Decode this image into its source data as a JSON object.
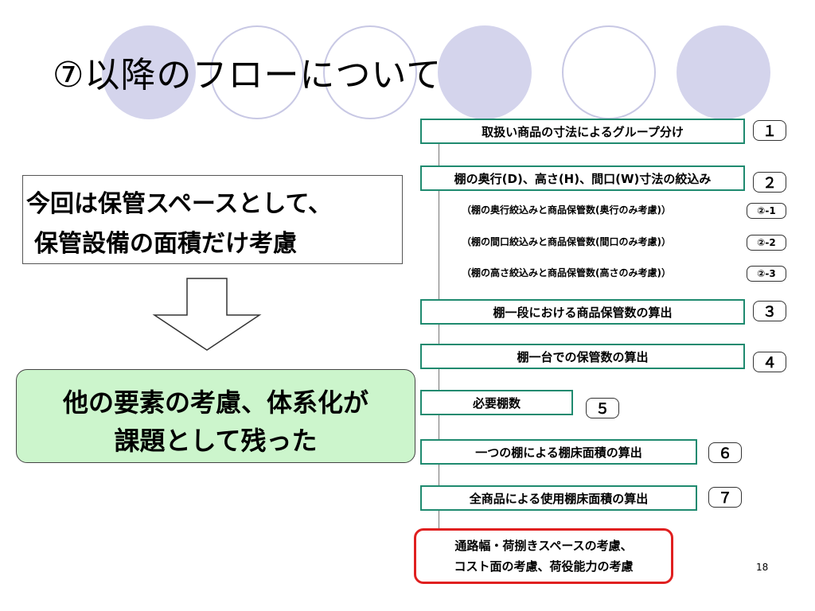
{
  "title": "⑦以降のフローについて",
  "condition_box": {
    "line1": "今回は保管スペースとして、",
    "line2": "保管設備の面積だけ考慮"
  },
  "issue_box": {
    "line1": "他の要素の考慮、体系化が",
    "line2": "課題として残った"
  },
  "steps": [
    {
      "label": "取扱い商品の寸法によるグループ分け",
      "badge": "１"
    },
    {
      "label": "棚の奥行(D)、高さ(H)、間口(W)寸法の絞込み",
      "badge": "２"
    },
    {
      "label": "棚一段における商品保管数の算出",
      "badge": "３"
    },
    {
      "label": "棚一台での保管数の算出",
      "badge": "４"
    },
    {
      "label": "必要棚数",
      "badge": "５"
    },
    {
      "label": "一つの棚による棚床面積の算出",
      "badge": "６"
    },
    {
      "label": "全商品による使用棚床面積の算出",
      "badge": "７"
    }
  ],
  "substeps": [
    {
      "label": "（棚の奥行絞込みと商品保管数(奥行のみ考慮)）",
      "badge": "②-1"
    },
    {
      "label": "（棚の間口絞込みと商品保管数(間口のみ考慮)）",
      "badge": "②-2"
    },
    {
      "label": "（棚の高さ絞込みと商品保管数(高さのみ考慮)）",
      "badge": "②-3"
    }
  ],
  "final_box": {
    "line1": "通路幅・荷捌きスペースの考慮、",
    "line2": "コスト面の考慮、荷役能力の考慮"
  },
  "page_number": "18"
}
